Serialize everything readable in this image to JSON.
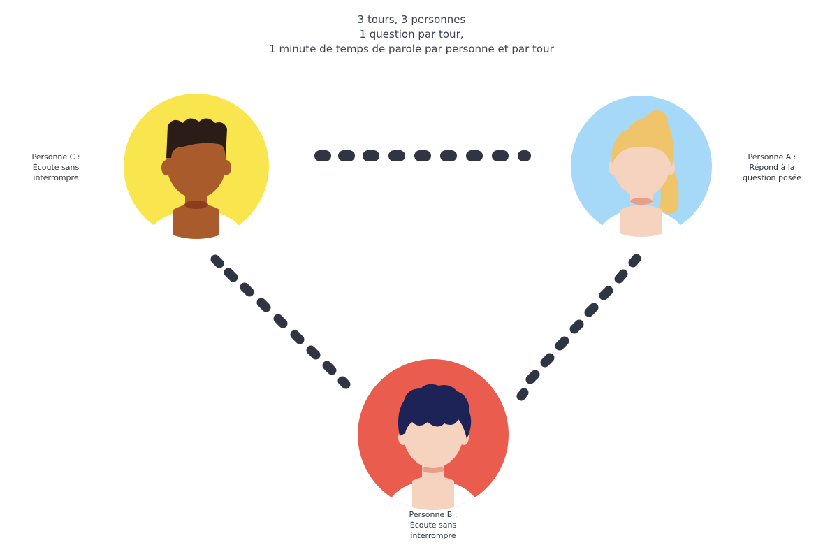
{
  "title": {
    "line1": "3 tours, 3 personnes",
    "line2": "1 question par tour,",
    "line3": "1 minute de temps de parole par personne et par tour"
  },
  "people": {
    "c": {
      "line1": "Personne C :",
      "line2": "Écoute sans",
      "line3": "interrompre",
      "bg_color": "#f9e64f",
      "skin_color": "#a95b2c",
      "hair_color": "#2c1c17"
    },
    "a": {
      "line1": "Personne A :",
      "line2": "Répond à la",
      "line3": "question posée",
      "bg_color": "#a6d9f7",
      "skin_color": "#f5d3bf",
      "hair_color": "#f0c46b"
    },
    "b": {
      "line1": "Personne B :",
      "line2": "Écoute sans",
      "line3": "interrompre",
      "bg_color": "#ea5c4e",
      "skin_color": "#f5d3bf",
      "hair_color": "#1e2357"
    }
  },
  "colors": {
    "dash": "#2f3542",
    "text": "#3b4251"
  }
}
